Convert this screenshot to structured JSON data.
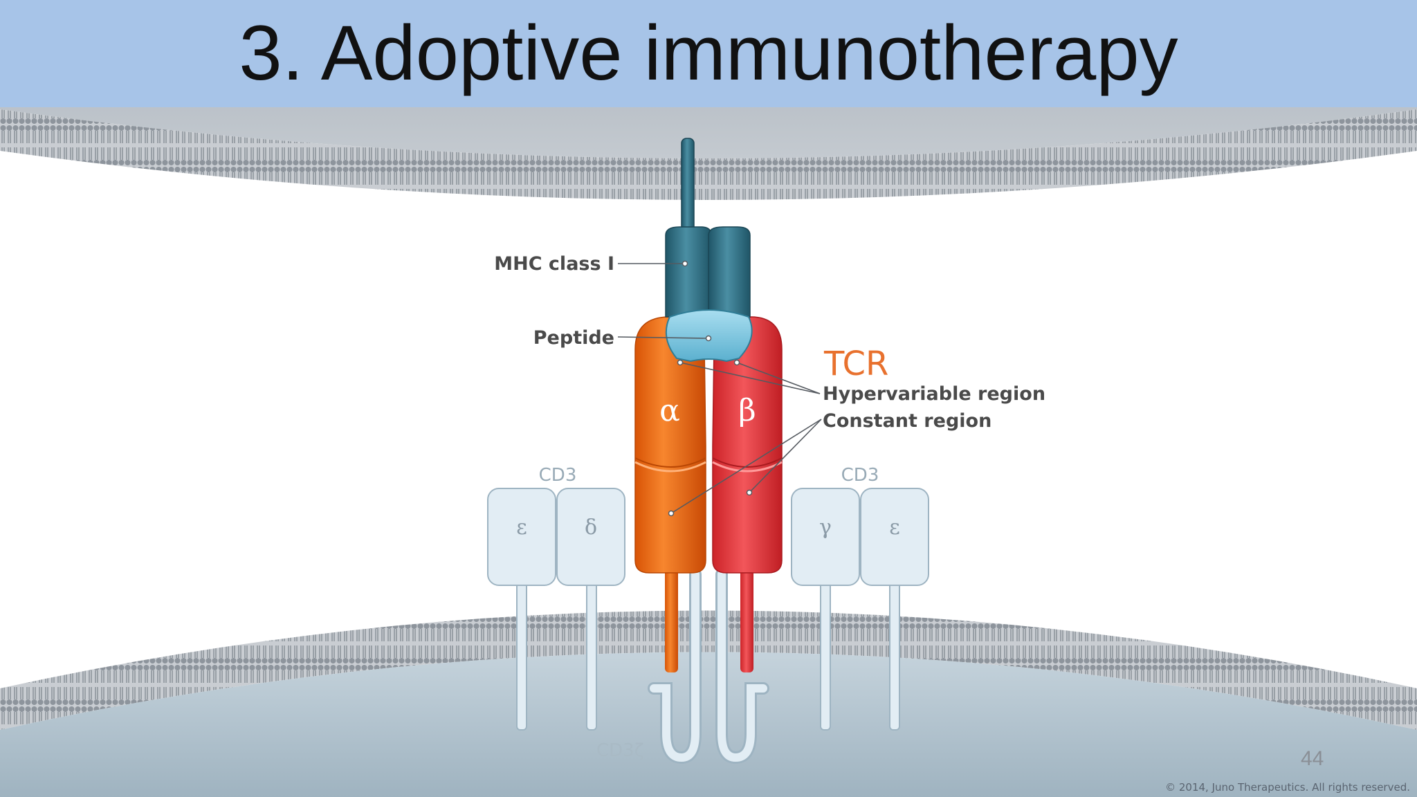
{
  "slide": {
    "title": "3. Adoptive immunotherapy",
    "page_number": "44",
    "copyright": "© 2014, Juno Therapeutics. All rights reserved."
  },
  "diagram": {
    "labels": {
      "mhc": "MHC class I",
      "peptide": "Peptide",
      "tcr": "TCR",
      "hypervariable": "Hypervariable region",
      "constant": "Constant region",
      "cd3_left": "CD3",
      "cd3_right": "CD3",
      "cd3_zeta": "CD3ζ"
    },
    "chains": {
      "alpha": "α",
      "beta": "β"
    },
    "cd3_subunits": {
      "left_1": "ε",
      "left_2": "δ",
      "right_1": "γ",
      "right_2": "ε"
    },
    "colors": {
      "title_bar": "#a7c4e8",
      "membrane": "#8e959e",
      "mhc": "#2f6f82",
      "peptide": "#8fd0e6",
      "alpha_chain": "#f07020",
      "beta_chain": "#e8383c",
      "tcr_label": "#e8712e",
      "cd3": "#e2edf4"
    }
  }
}
